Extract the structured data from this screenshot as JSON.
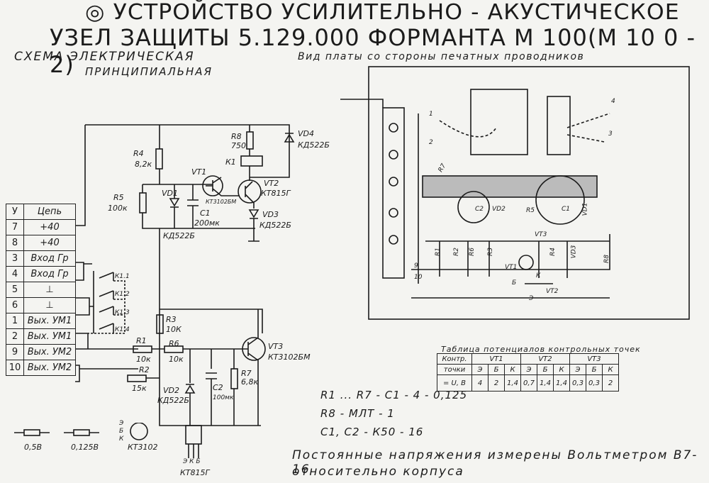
{
  "title": {
    "line1_mark": "◎",
    "line1": "УСТРОЙСТВО  УСИЛИТЕЛЬНО - АКУСТИЧЕСКОЕ",
    "line2": "УЗЕЛ  ЗАЩИТЫ  5.129.000  ФОРМАНТА  М 100(М 10 0 - 2)"
  },
  "subtitle": {
    "line1": "СХЕМА  ЭЛЕКТРИЧЕСКАЯ",
    "line2": "ПРИНЦИПИАЛЬНАЯ"
  },
  "board_caption": "Вид платы  со стороны  печатных  проводников",
  "connector_table": {
    "header_num": "У",
    "header_label": "Цепь",
    "rows": [
      {
        "num": "7",
        "label": "+40"
      },
      {
        "num": "8",
        "label": "+40"
      },
      {
        "num": "3",
        "label": "Вход Гр"
      },
      {
        "num": "4",
        "label": "Вход Гр"
      },
      {
        "num": "5",
        "label": "⊥"
      },
      {
        "num": "6",
        "label": "⊥"
      },
      {
        "num": "1",
        "label": "Вых. УМ1"
      },
      {
        "num": "2",
        "label": "Вых. УМ1"
      },
      {
        "num": "9",
        "label": "Вых. УМ2"
      },
      {
        "num": "10",
        "label": "Вых. УМ2"
      }
    ]
  },
  "components": {
    "r4": "R4",
    "r4v": "8,2к",
    "r5": "R5",
    "r5v": "100к",
    "r8": "R8",
    "r8v": "750",
    "k1": "К1",
    "vd4": "VD4",
    "vd4v": "КД522Б",
    "vt1": "VT1",
    "vt1v": "КТ3102БМ",
    "vt2": "VT2",
    "vt2v": "КТ815Г",
    "vd1": "VD1",
    "vd1v": "КД522Б",
    "c1": "С1",
    "c1v": "200мк",
    "vd3": "VD3",
    "vd3v": "КД522Б",
    "k11": "К1.1",
    "k12": "К1.2",
    "k13": "К1.3",
    "k14": "К1.4",
    "r3": "R3",
    "r3v": "10К",
    "r1": "R1",
    "r1v": "10к",
    "r6": "R6",
    "r6v": "10к",
    "r2": "R2",
    "r2v": "15к",
    "vt3": "VT3",
    "vt3v": "КТ3102БМ",
    "r7": "R7",
    "r7v": "6,8к",
    "c2": "С2",
    "c2v": "100мк",
    "vd2": "VD2",
    "vd2v": "КД522Б"
  },
  "legend": {
    "res05": "0,5В",
    "res0125": "0,125В",
    "tr1": "КТ3102",
    "tr1_pins": [
      "Э",
      "Б",
      "К"
    ],
    "tr2": "КТ815Г",
    "tr2_pins": "Э К Б"
  },
  "board": {
    "pins": [
      "1",
      "2",
      "3",
      "4",
      "9",
      "10",
      "Б",
      "К",
      "Э"
    ],
    "labels": {
      "r1": "R1",
      "r2": "R2",
      "r3": "R3",
      "r4": "R4",
      "r5": "R5",
      "r6": "R6",
      "r7": "R7",
      "r8": "R8",
      "c1": "C1",
      "c2": "C2",
      "vd1": "VD1",
      "vd2": "VD2",
      "vd3": "VD3",
      "vt1": "VT1",
      "vt2": "VT2",
      "vt3": "VT3"
    }
  },
  "potential_table": {
    "caption": "Таблица потенциалов контрольных точек",
    "corner_top": "Контр.",
    "corner_bottom": "точки",
    "groups": [
      "VT1",
      "VT2",
      "VT3"
    ],
    "sub": [
      "Э",
      "Б",
      "К",
      "Э",
      "Б",
      "К",
      "Э",
      "Б",
      "К"
    ],
    "row_label": "= U, В",
    "values": [
      "4",
      "2",
      "1,4",
      "0,7",
      "1,4",
      "1,4",
      "0,3",
      "0,3",
      "2"
    ]
  },
  "notes": {
    "n1": "R1 ... R7 -  С1 - 4 - 0,125",
    "n2": "R8            -  МЛТ - 1",
    "n3": "С1,  С2   -  К50 - 16",
    "footer1": "Постоянные  напряжения  измерены  Вольтметром  В7-16",
    "footer2": "относительно  корпуса"
  }
}
